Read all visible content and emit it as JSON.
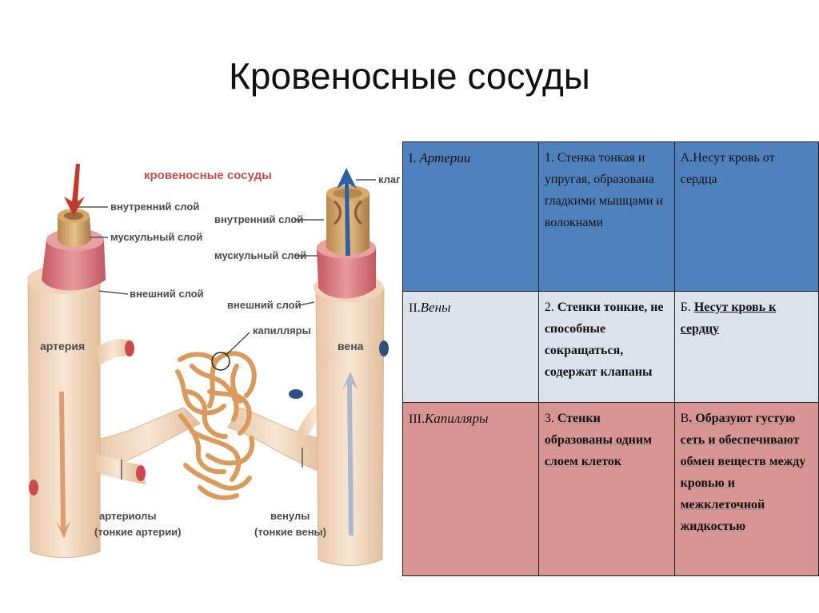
{
  "title": "Кровеносные сосуды",
  "diagram": {
    "heading": "кровеносные сосуды",
    "labels": {
      "inner_left": "внутренний слой",
      "muscle_left": "мускульный слой",
      "outer_left": "внешний слой",
      "valve": "клапан",
      "inner_right": "внутренний слой",
      "muscle_right": "мускульный слой",
      "outer_right": "внешний слой",
      "capillaries": "капилляры",
      "artery": "артерия",
      "vein": "вена",
      "arterioles": "артериолы",
      "arterioles_sub": "(тонкие артерии)",
      "venules": "венулы",
      "venules_sub": "(тонкие вены)"
    }
  },
  "table": {
    "rows": [
      {
        "num": "I.",
        "name": "Артерии",
        "wall_num": "1.",
        "wall": "Стенка тонкая и упругая, образована гладкими мышцами и волокнами",
        "func_num": "А.",
        "func": "Несут кровь от сердца"
      },
      {
        "num": "II.",
        "name": "Вены",
        "wall_num": "2.",
        "wall": "Стенки тонкие, не способные сокращаться, содержат клапаны",
        "func_num": "Б.",
        "func": "Несут кровь к сердцу"
      },
      {
        "num": "III.",
        "name": "Капилляры",
        "wall_num": "3.",
        "wall": "Стенки образованы одним слоем клеток",
        "func_num": "В",
        "func": ". Образуют густую сеть и обеспечивают обмен веществ между кровью и межклеточной жидкостью"
      }
    ]
  },
  "colors": {
    "row1": "#4f81bd",
    "row2": "#dbe2ec",
    "row3": "#d99594",
    "vessel": "#f3dcc5",
    "muscle": "#d9727a",
    "capillary": "#d99a5b",
    "arrow_red": "#c0392b",
    "arrow_blue": "#2f5f9e"
  }
}
